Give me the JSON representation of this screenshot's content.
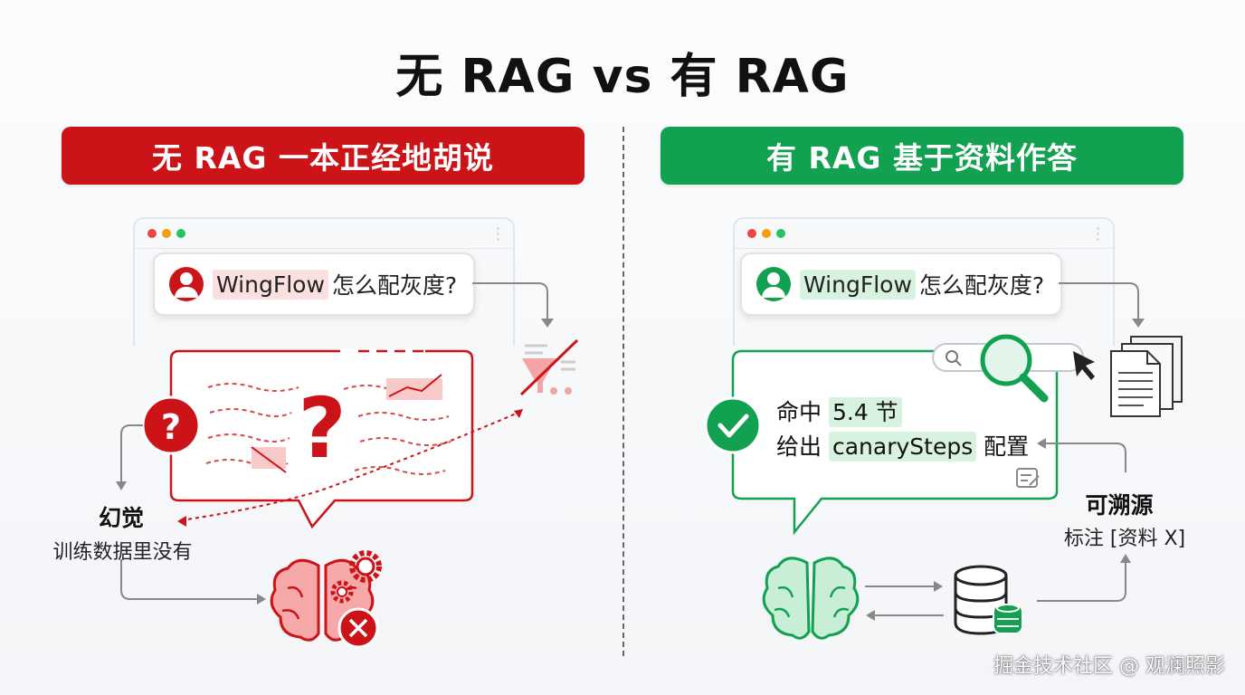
{
  "title": "无 RAG vs 有 RAG",
  "colors": {
    "red": "#cc1418",
    "green": "#12a150"
  },
  "left": {
    "banner": "无 RAG 一本正经地胡说",
    "query_product": "WingFlow",
    "query_text": "怎么配灰度?",
    "question_mark": "?",
    "hallucination_title": "幻觉",
    "hallucination_desc": "训练数据里没有",
    "icons": [
      "user-icon",
      "question-icon",
      "brain-gear-icon",
      "error-x-icon",
      "funnel-chart-icon"
    ]
  },
  "right": {
    "banner": "有 RAG 基于资料作答",
    "query_product": "WingFlow",
    "query_text": "怎么配灰度?",
    "hit_prefix": "命中",
    "hit_value": "5.4 节",
    "give_prefix": "给出",
    "give_value": "canarySteps",
    "give_suffix": "配置",
    "trace_title": "可溯源",
    "trace_desc": "标注 [资料 X]",
    "icons": [
      "user-icon",
      "search-icon",
      "magnifier-icon",
      "cursor-icon",
      "documents-icon",
      "check-icon",
      "edit-icon",
      "brain-icon",
      "database-icon"
    ]
  },
  "watermark": "掘金技术社区 @ 观澜照影"
}
